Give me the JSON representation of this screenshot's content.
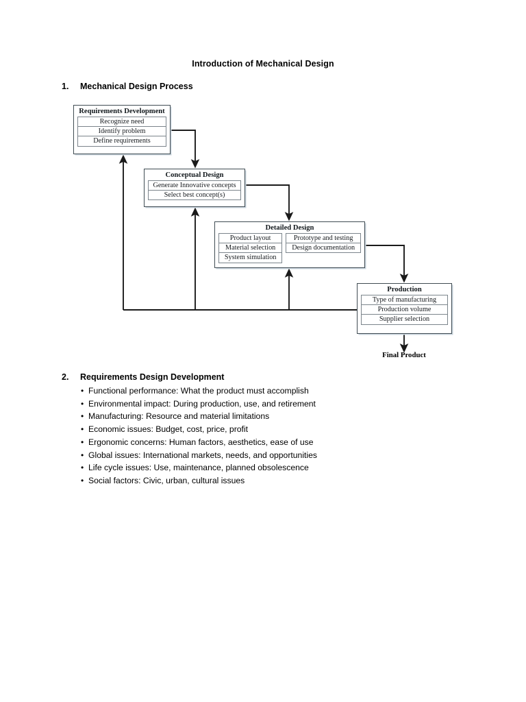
{
  "document": {
    "title": "Introduction of Mechanical Design",
    "sections": [
      {
        "number": "1.",
        "heading": "Mechanical Design Process"
      },
      {
        "number": "2.",
        "heading": "Requirements Design Development"
      }
    ]
  },
  "flowchart": {
    "final_product_label": "Final Product",
    "nodes": [
      {
        "id": "requirements-development",
        "title": "Requirements Development",
        "columns": [
          [
            "Recognize need",
            "Identify problem",
            "Define requirements"
          ]
        ]
      },
      {
        "id": "conceptual-design",
        "title": "Conceptual Design",
        "columns": [
          [
            "Generate Innovative concepts",
            "Select best concept(s)"
          ]
        ]
      },
      {
        "id": "detailed-design",
        "title": "Detailed Design",
        "columns": [
          [
            "Product layout",
            "Material selection",
            "System simulation"
          ],
          [
            "Prototype and testing",
            "Design documentation"
          ]
        ]
      },
      {
        "id": "production",
        "title": "Production",
        "columns": [
          [
            "Type of manufacturing",
            "Production volume",
            "Supplier selection"
          ]
        ]
      }
    ]
  },
  "requirements_list": [
    "Functional performance: What the product must accomplish",
    "Environmental impact: During production, use, and retirement",
    "Manufacturing: Resource and material limitations",
    "Economic issues: Budget, cost, price, profit",
    "Ergonomic concerns: Human factors, aesthetics, ease of use",
    "Global issues: International markets, needs, and opportunities",
    "Life cycle issues: Use, maintenance, planned obsolescence",
    "Social factors: Civic, urban, cultural issues"
  ],
  "bullet_glyph": "•",
  "colors": {
    "text": "#000000",
    "node_border": "#3f4b52",
    "node_shadow": "#c9d4dd",
    "sub_border": "#7b848b",
    "connector": "#1a1a1a"
  }
}
